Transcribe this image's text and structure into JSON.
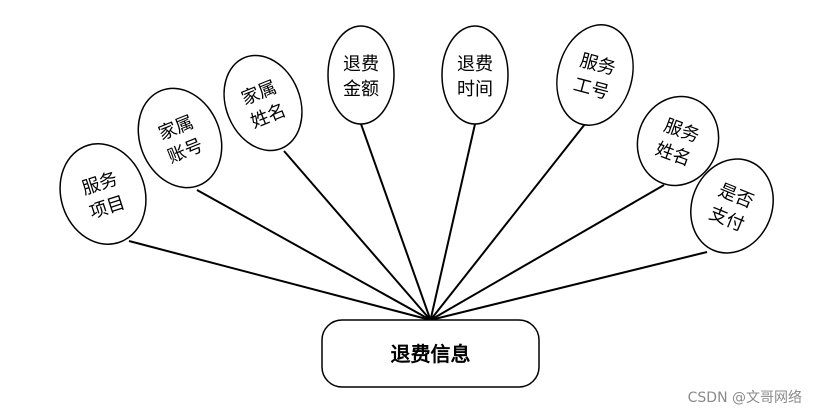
{
  "entity": {
    "label": "退费信息"
  },
  "attributes": [
    {
      "id": "service-item",
      "lines": [
        "服务",
        "项目"
      ]
    },
    {
      "id": "family-account",
      "lines": [
        "家属",
        "账号"
      ]
    },
    {
      "id": "family-name",
      "lines": [
        "家属",
        "姓名"
      ]
    },
    {
      "id": "refund-amount",
      "lines": [
        "退费",
        "金额"
      ]
    },
    {
      "id": "refund-time",
      "lines": [
        "退费",
        "时间"
      ]
    },
    {
      "id": "service-staff-id",
      "lines": [
        "服务",
        "工号"
      ]
    },
    {
      "id": "service-name",
      "lines": [
        "服务",
        "姓名"
      ]
    },
    {
      "id": "is-paid",
      "lines": [
        "是否",
        "支付"
      ]
    }
  ],
  "watermark": "CSDN @文哥网络",
  "colors": {
    "stroke": "#000000",
    "fill": "#ffffff",
    "text": "#000000",
    "watermark": "#8a8a8a"
  }
}
